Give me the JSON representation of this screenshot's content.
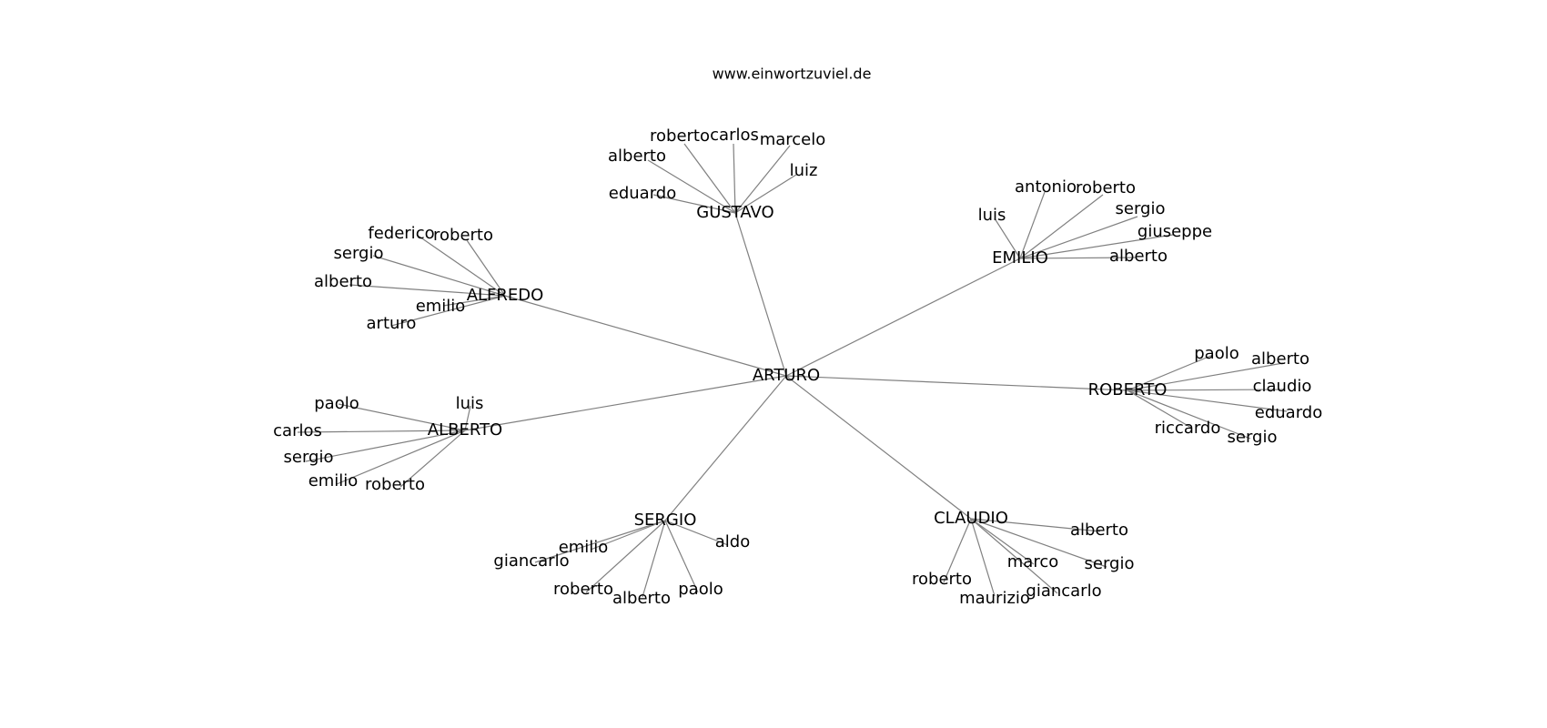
{
  "site_caption": "www.einwortzuviel.de",
  "edge_color": "#808080",
  "root": {
    "label": "ARTURO"
  },
  "hubs": [
    {
      "label": "GUSTAVO",
      "leaves": [
        "eduardo",
        "alberto",
        "roberto",
        "carlos",
        "marcelo",
        "luiz"
      ]
    },
    {
      "label": "EMILIO",
      "leaves": [
        "luis",
        "antonio",
        "roberto",
        "sergio",
        "giuseppe",
        "alberto"
      ]
    },
    {
      "label": "ALFREDO",
      "leaves": [
        "federico",
        "roberto",
        "sergio",
        "alberto",
        "emilio",
        "arturo"
      ]
    },
    {
      "label": "ROBERTO",
      "leaves": [
        "paolo",
        "alberto",
        "claudio",
        "eduardo",
        "sergio",
        "riccardo"
      ]
    },
    {
      "label": "ALBERTO",
      "leaves": [
        "paolo",
        "luis",
        "carlos",
        "sergio",
        "emilio",
        "roberto"
      ]
    },
    {
      "label": "SERGIO",
      "leaves": [
        "aldo",
        "emilio",
        "giancarlo",
        "roberto",
        "alberto",
        "paolo"
      ]
    },
    {
      "label": "CLAUDIO",
      "leaves": [
        "alberto",
        "sergio",
        "marco",
        "giancarlo",
        "maurizio",
        "roberto"
      ]
    }
  ]
}
